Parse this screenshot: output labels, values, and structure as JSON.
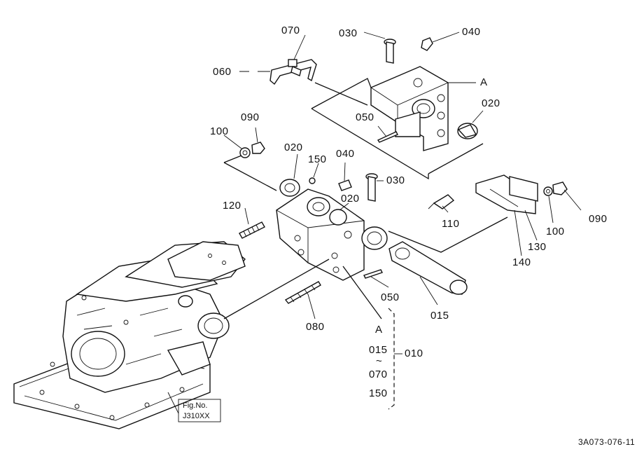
{
  "labels": {
    "l070a": "070",
    "l030a": "030",
    "l040a": "040",
    "l060": "060",
    "lA1": "A",
    "l050a": "050",
    "l020a": "020",
    "l100a": "100",
    "l090a": "090",
    "l020b": "020",
    "l150": "150",
    "l040b": "040",
    "l030b": "030",
    "l120": "120",
    "l020c": "020",
    "l110": "110",
    "l090b": "090",
    "l100b": "100",
    "l130": "130",
    "l140": "140",
    "l050b": "050",
    "l015": "015",
    "l080": "080",
    "lA2": "A",
    "l015b": "015",
    "ltilde": "~",
    "l070b": "070",
    "l150b": "150",
    "l010": "010"
  },
  "figref": {
    "line1": "Fig.No.",
    "line2": "J310XX"
  },
  "drawing_code": "3A073-076-11"
}
